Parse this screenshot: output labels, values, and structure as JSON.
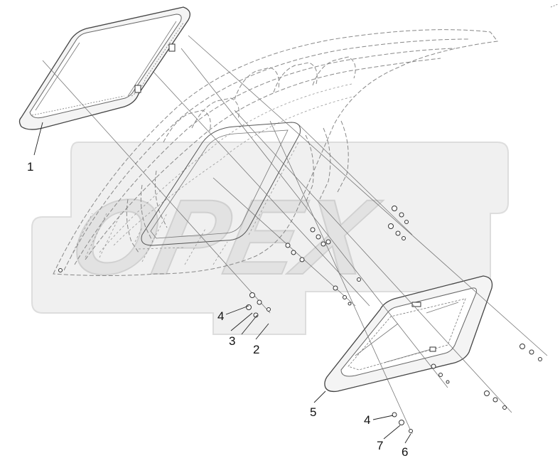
{
  "diagram": {
    "watermark_text": "OPEX",
    "callouts": [
      {
        "id": "c1",
        "label": "1"
      },
      {
        "id": "c2",
        "label": "2"
      },
      {
        "id": "c3",
        "label": "3"
      },
      {
        "id": "c4a",
        "label": "4"
      },
      {
        "id": "c5",
        "label": "5"
      },
      {
        "id": "c4b",
        "label": "4"
      },
      {
        "id": "c7",
        "label": "7"
      },
      {
        "id": "c6",
        "label": "6"
      }
    ],
    "colors": {
      "line": "#555555",
      "watermark": "#e6e6e6",
      "background": "#ffffff"
    }
  }
}
